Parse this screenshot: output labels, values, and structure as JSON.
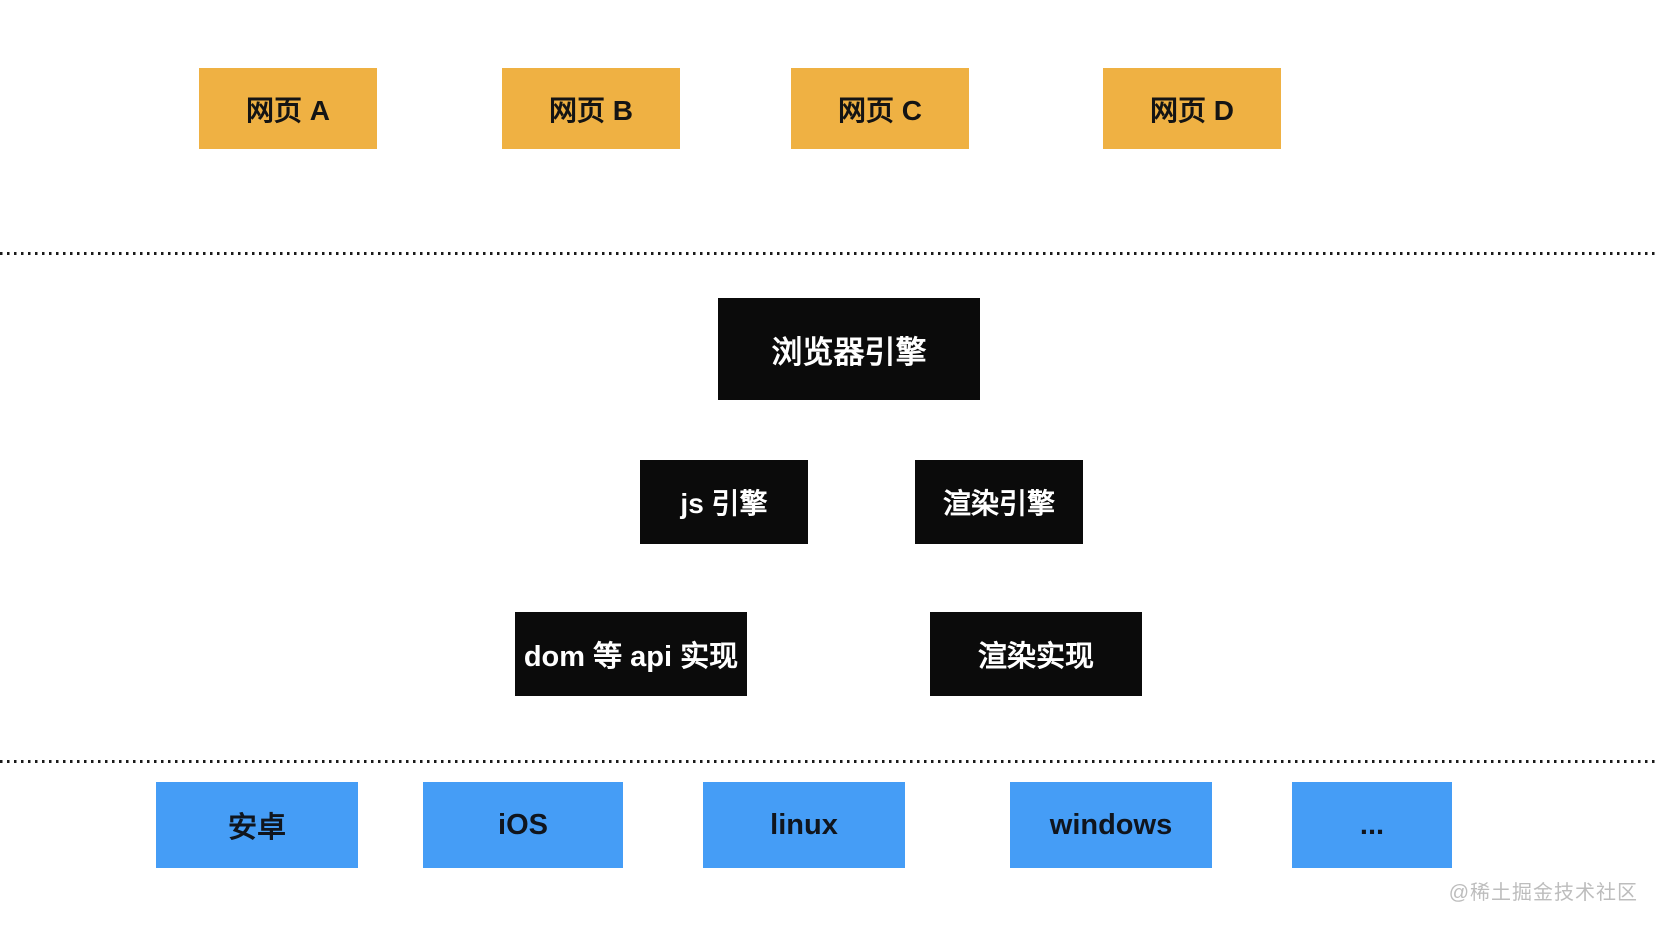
{
  "page": {
    "background": "#ffffff",
    "watermark": "@稀土掘金技术社区"
  },
  "colors": {
    "webpage_box": "#EFB143",
    "engine_box": "#0B0B0B",
    "platform_box": "#459DF6",
    "webpage_text": "#141414",
    "engine_text": "#FFFFFF",
    "platform_text": "#10151D",
    "separator_dots": "#1A1A1A",
    "watermark_text": "#BDBDBD"
  },
  "diagram": {
    "webpages": [
      {
        "label": "网页 A"
      },
      {
        "label": "网页 B"
      },
      {
        "label": "网页 C"
      },
      {
        "label": "网页 D"
      }
    ],
    "browser_engine": {
      "label": "浏览器引擎"
    },
    "engines": [
      {
        "label": "js 引擎"
      },
      {
        "label": "渲染引擎"
      }
    ],
    "implementations": [
      {
        "label": "dom 等 api 实现"
      },
      {
        "label": "渲染实现"
      }
    ],
    "platforms": [
      {
        "label": "安卓"
      },
      {
        "label": "iOS"
      },
      {
        "label": "linux"
      },
      {
        "label": "windows"
      },
      {
        "label": "..."
      }
    ]
  }
}
